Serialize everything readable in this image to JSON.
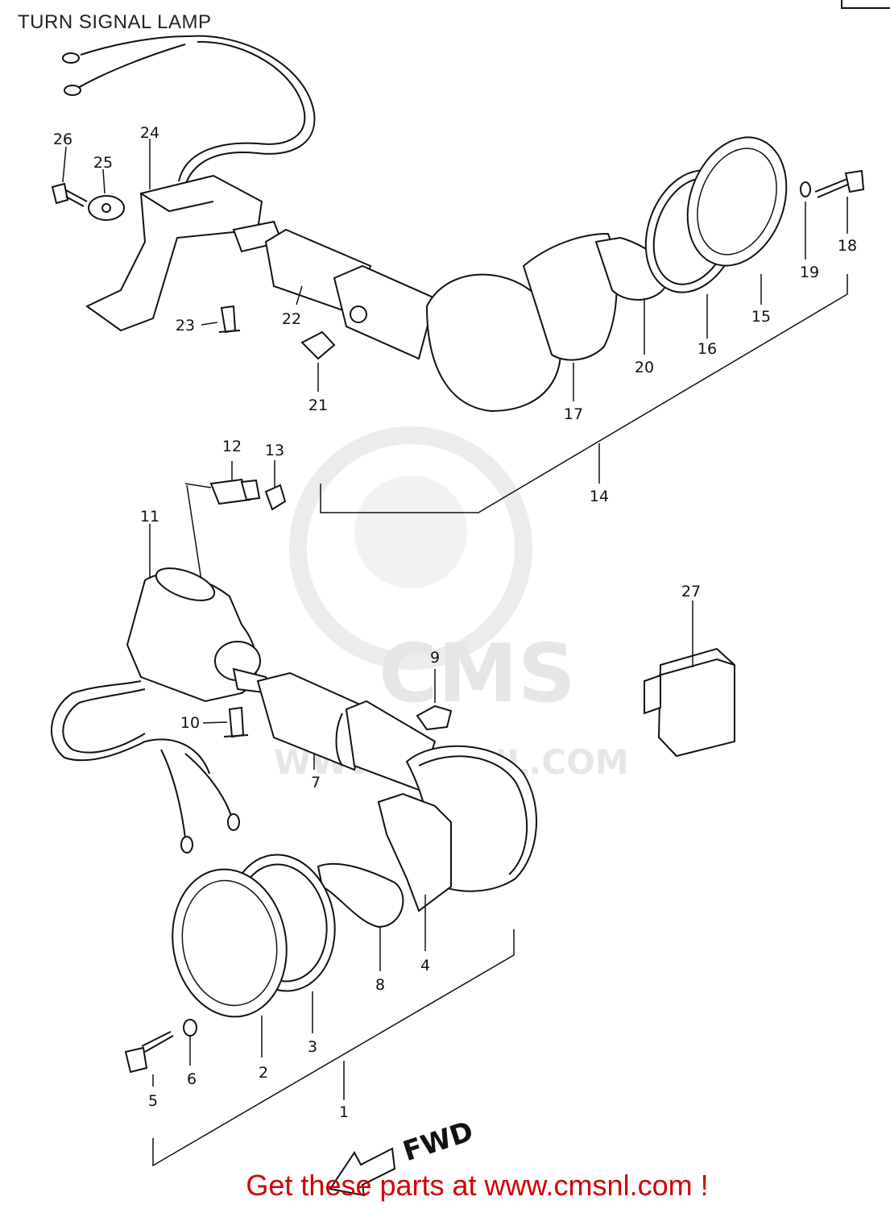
{
  "title": "TURN SIGNAL LAMP",
  "footer_link": "Get these parts at www.cmsnl.com !",
  "watermark": {
    "brand": "CMS",
    "url": "WWW.CMSNL.COM"
  },
  "direction_label": "FWD",
  "part_numbers": [
    "1",
    "2",
    "3",
    "4",
    "5",
    "6",
    "7",
    "8",
    "9",
    "10",
    "11",
    "12",
    "13",
    "14",
    "15",
    "16",
    "17",
    "18",
    "19",
    "20",
    "21",
    "22",
    "23",
    "24",
    "25",
    "26",
    "27"
  ],
  "colors": {
    "link": "#d10000",
    "ink": "#111111",
    "watermark": "#e6e6e6"
  }
}
